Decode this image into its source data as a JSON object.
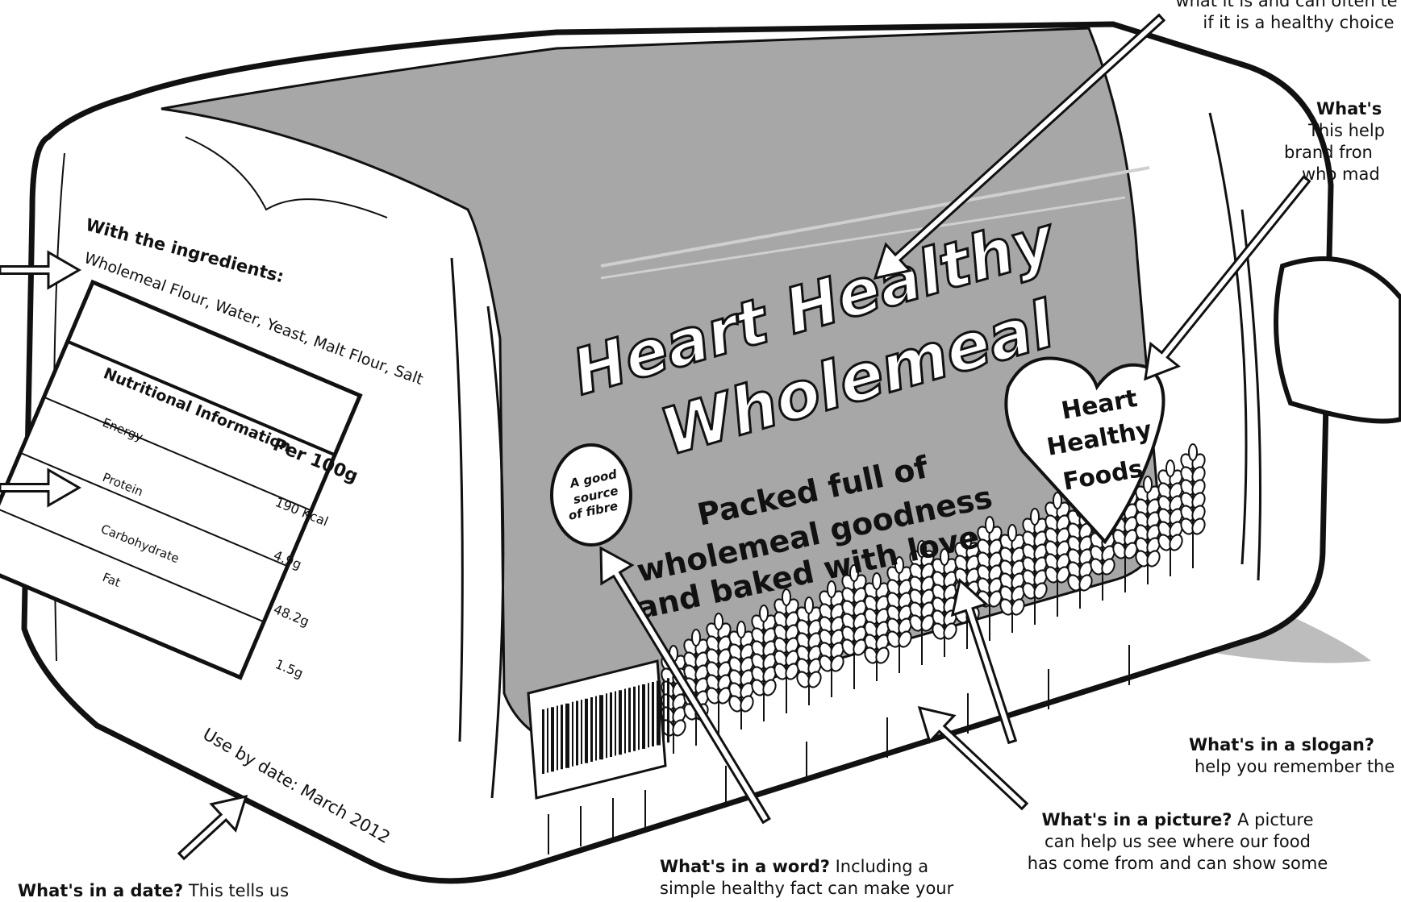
{
  "label": {
    "ingredients_heading": "With the ingredients:",
    "ingredients_list": "Wholemeal Flour, Water, Yeast, Malt Flour, Salt",
    "nutrition_title": "Nutritional Information",
    "nutrition_col": "Per 100g",
    "nutrition_rows": [
      {
        "name": "Energy",
        "value": "190 Kcal"
      },
      {
        "name": "Protein",
        "value": "4.9g"
      },
      {
        "name": "Carbohydrate",
        "value": "48.2g"
      },
      {
        "name": "Fat",
        "value": "1.5g"
      }
    ],
    "use_by": "Use by date: March 2012"
  },
  "front": {
    "name_line1": "Heart Healthy",
    "name_line2": "Wholemeal",
    "slogan_line1": "Packed full of",
    "slogan_line2": "wholemeal goodness",
    "slogan_line3": "and baked with love",
    "fibre_line1": "A good",
    "fibre_line2": "source",
    "fibre_line3": "of fibre",
    "brand_line1": "Heart",
    "brand_line2": "Healthy",
    "brand_line3": "Foods"
  },
  "captions": {
    "name_line1": "what it is and can often te",
    "name_line2": "if it is a healthy choice",
    "brand_head": "What's",
    "brand_line1": "This help",
    "brand_line2": "brand fron",
    "brand_line3": "who mad",
    "slogan_head": "What's in a slogan?",
    "slogan_line1": "help you remember the",
    "picture_head": "What's in a picture?",
    "picture_text1": " A picture",
    "picture_line2": "can help us see where our food",
    "picture_line3": "has come from and can show some",
    "word_head": "What's in a word?",
    "word_text1": " Including a",
    "word_line2": "simple healthy fact can make your",
    "date_head": "What's in a date?",
    "date_text1": " This tells us"
  },
  "colors": {
    "panel_gray": "#a7a7a7",
    "shadow_gray": "#bdbdbd",
    "outline": "#111111"
  }
}
